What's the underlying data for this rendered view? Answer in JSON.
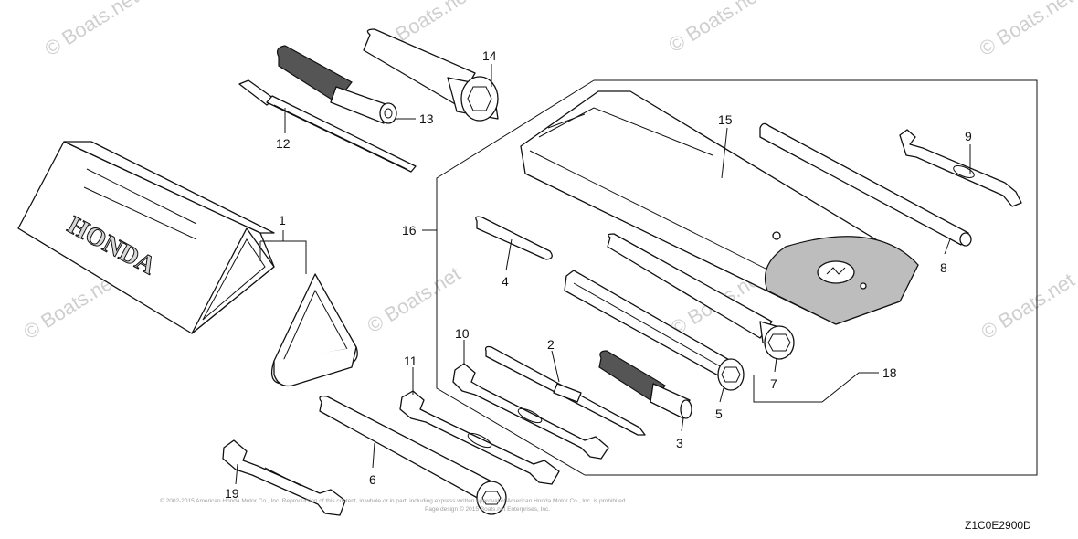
{
  "watermark_text": "© Boats.net",
  "diagram_code": "Z1C0E2900D",
  "copyright_line1": "© 2002-2015 American Honda Motor Co., Inc. Reproduction of this content, in whole or in part, including express written approval of American Honda Motor Co., Inc. is prohibited.",
  "copyright_line2": "Page design © 2015 Boats.net Enterprises, Inc.",
  "case_lettering": "HONDA",
  "parts": [
    {
      "num": "1"
    },
    {
      "num": "2"
    },
    {
      "num": "3"
    },
    {
      "num": "4"
    },
    {
      "num": "5"
    },
    {
      "num": "6"
    },
    {
      "num": "7"
    },
    {
      "num": "8"
    },
    {
      "num": "9"
    },
    {
      "num": "10"
    },
    {
      "num": "11"
    },
    {
      "num": "12"
    },
    {
      "num": "13"
    },
    {
      "num": "14"
    },
    {
      "num": "15"
    },
    {
      "num": "16"
    },
    {
      "num": "18"
    },
    {
      "num": "19"
    }
  ]
}
